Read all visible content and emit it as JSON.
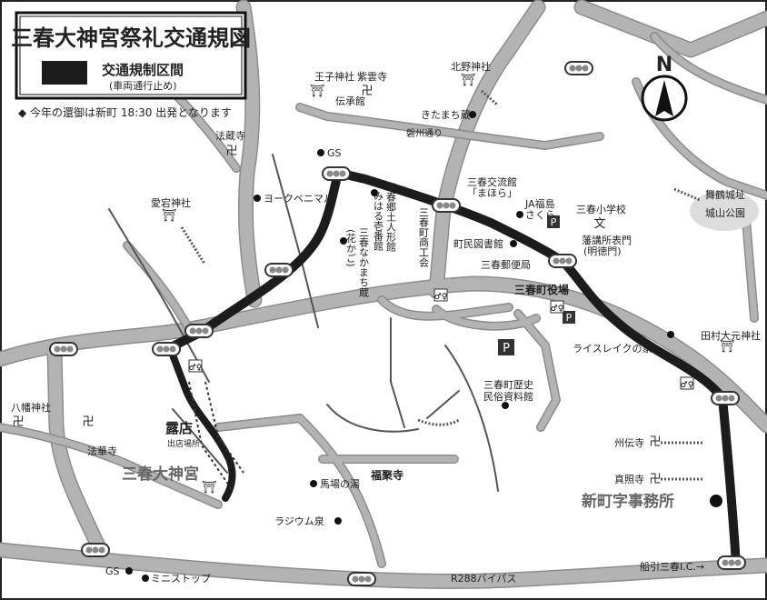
{
  "title": "三春大神宮祭礼交通規図",
  "legend": {
    "label": "交通規制区間",
    "sublabel": "(車両通行止め)",
    "note": "◆ 今年の還御は新町 18:30 出発となります"
  },
  "north_label": "N",
  "labels": {
    "ouji": "王子神社",
    "shiun": "紫雲寺",
    "denshokan": "伝承館",
    "kitano": "北野神社",
    "kitamachi": "きたまち蔵",
    "banshu": "磐州通り",
    "hozo": "法蔵寺",
    "gs1": "GS",
    "mahora1": "三春交流館",
    "mahora2": "「まほら」",
    "ja1": "JA福島",
    "ja2": "さくら",
    "shogakko": "三春小学校",
    "bun": "文",
    "maizuru1": "舞鶴城址",
    "maizuru2": "城山公園",
    "atago": "愛宕神社",
    "yorkbenimaru": "ヨークベニマル",
    "miharu_ningyo": "みはる壱番館",
    "kyodo": "三春郷土人形館",
    "shokokai": "三春町商工会",
    "nakamachi": "三春なかまち蔵",
    "hanakago": "(花かご)",
    "toshokan": "町民図書館",
    "hankou1": "藩講所表門",
    "hankou2": "(明徳門)",
    "yubinkyoku": "三春郵便局",
    "yakuba": "三春町役場",
    "p": "P",
    "rice": "ライスレイクの家",
    "tamura": "田村大元神社",
    "yahata": "八幡神社",
    "hokke": "法華寺",
    "roten": "露店",
    "roten_sub": "出店場所",
    "rekishi1": "三春町歴史",
    "rekishi2": "民俗資料館",
    "daijingu": "三春大神宮",
    "fukujuji": "福聚寺",
    "shuden": "州伝寺",
    "shinsho": "真照寺",
    "jimusho": "新町字事務所",
    "baba": "馬場の湯",
    "radium": "ラジウム泉",
    "gs2": "GS",
    "ministop": "ミニストップ",
    "r288": "R288バイパス",
    "ic": "船引三春I.C.→"
  },
  "colors": {
    "road": "#b3b3b3",
    "road_edge": "#8c8c8c",
    "restricted": "#1c1c1c",
    "park": "#dcdcdc",
    "text": "#222222"
  },
  "icons": {
    "shrine": "torii-icon",
    "temple": "manji-icon",
    "signal": "traffic-signal-icon",
    "toilet": "toilet-icon",
    "parking": "parking-icon",
    "compass": "north-arrow-icon"
  }
}
